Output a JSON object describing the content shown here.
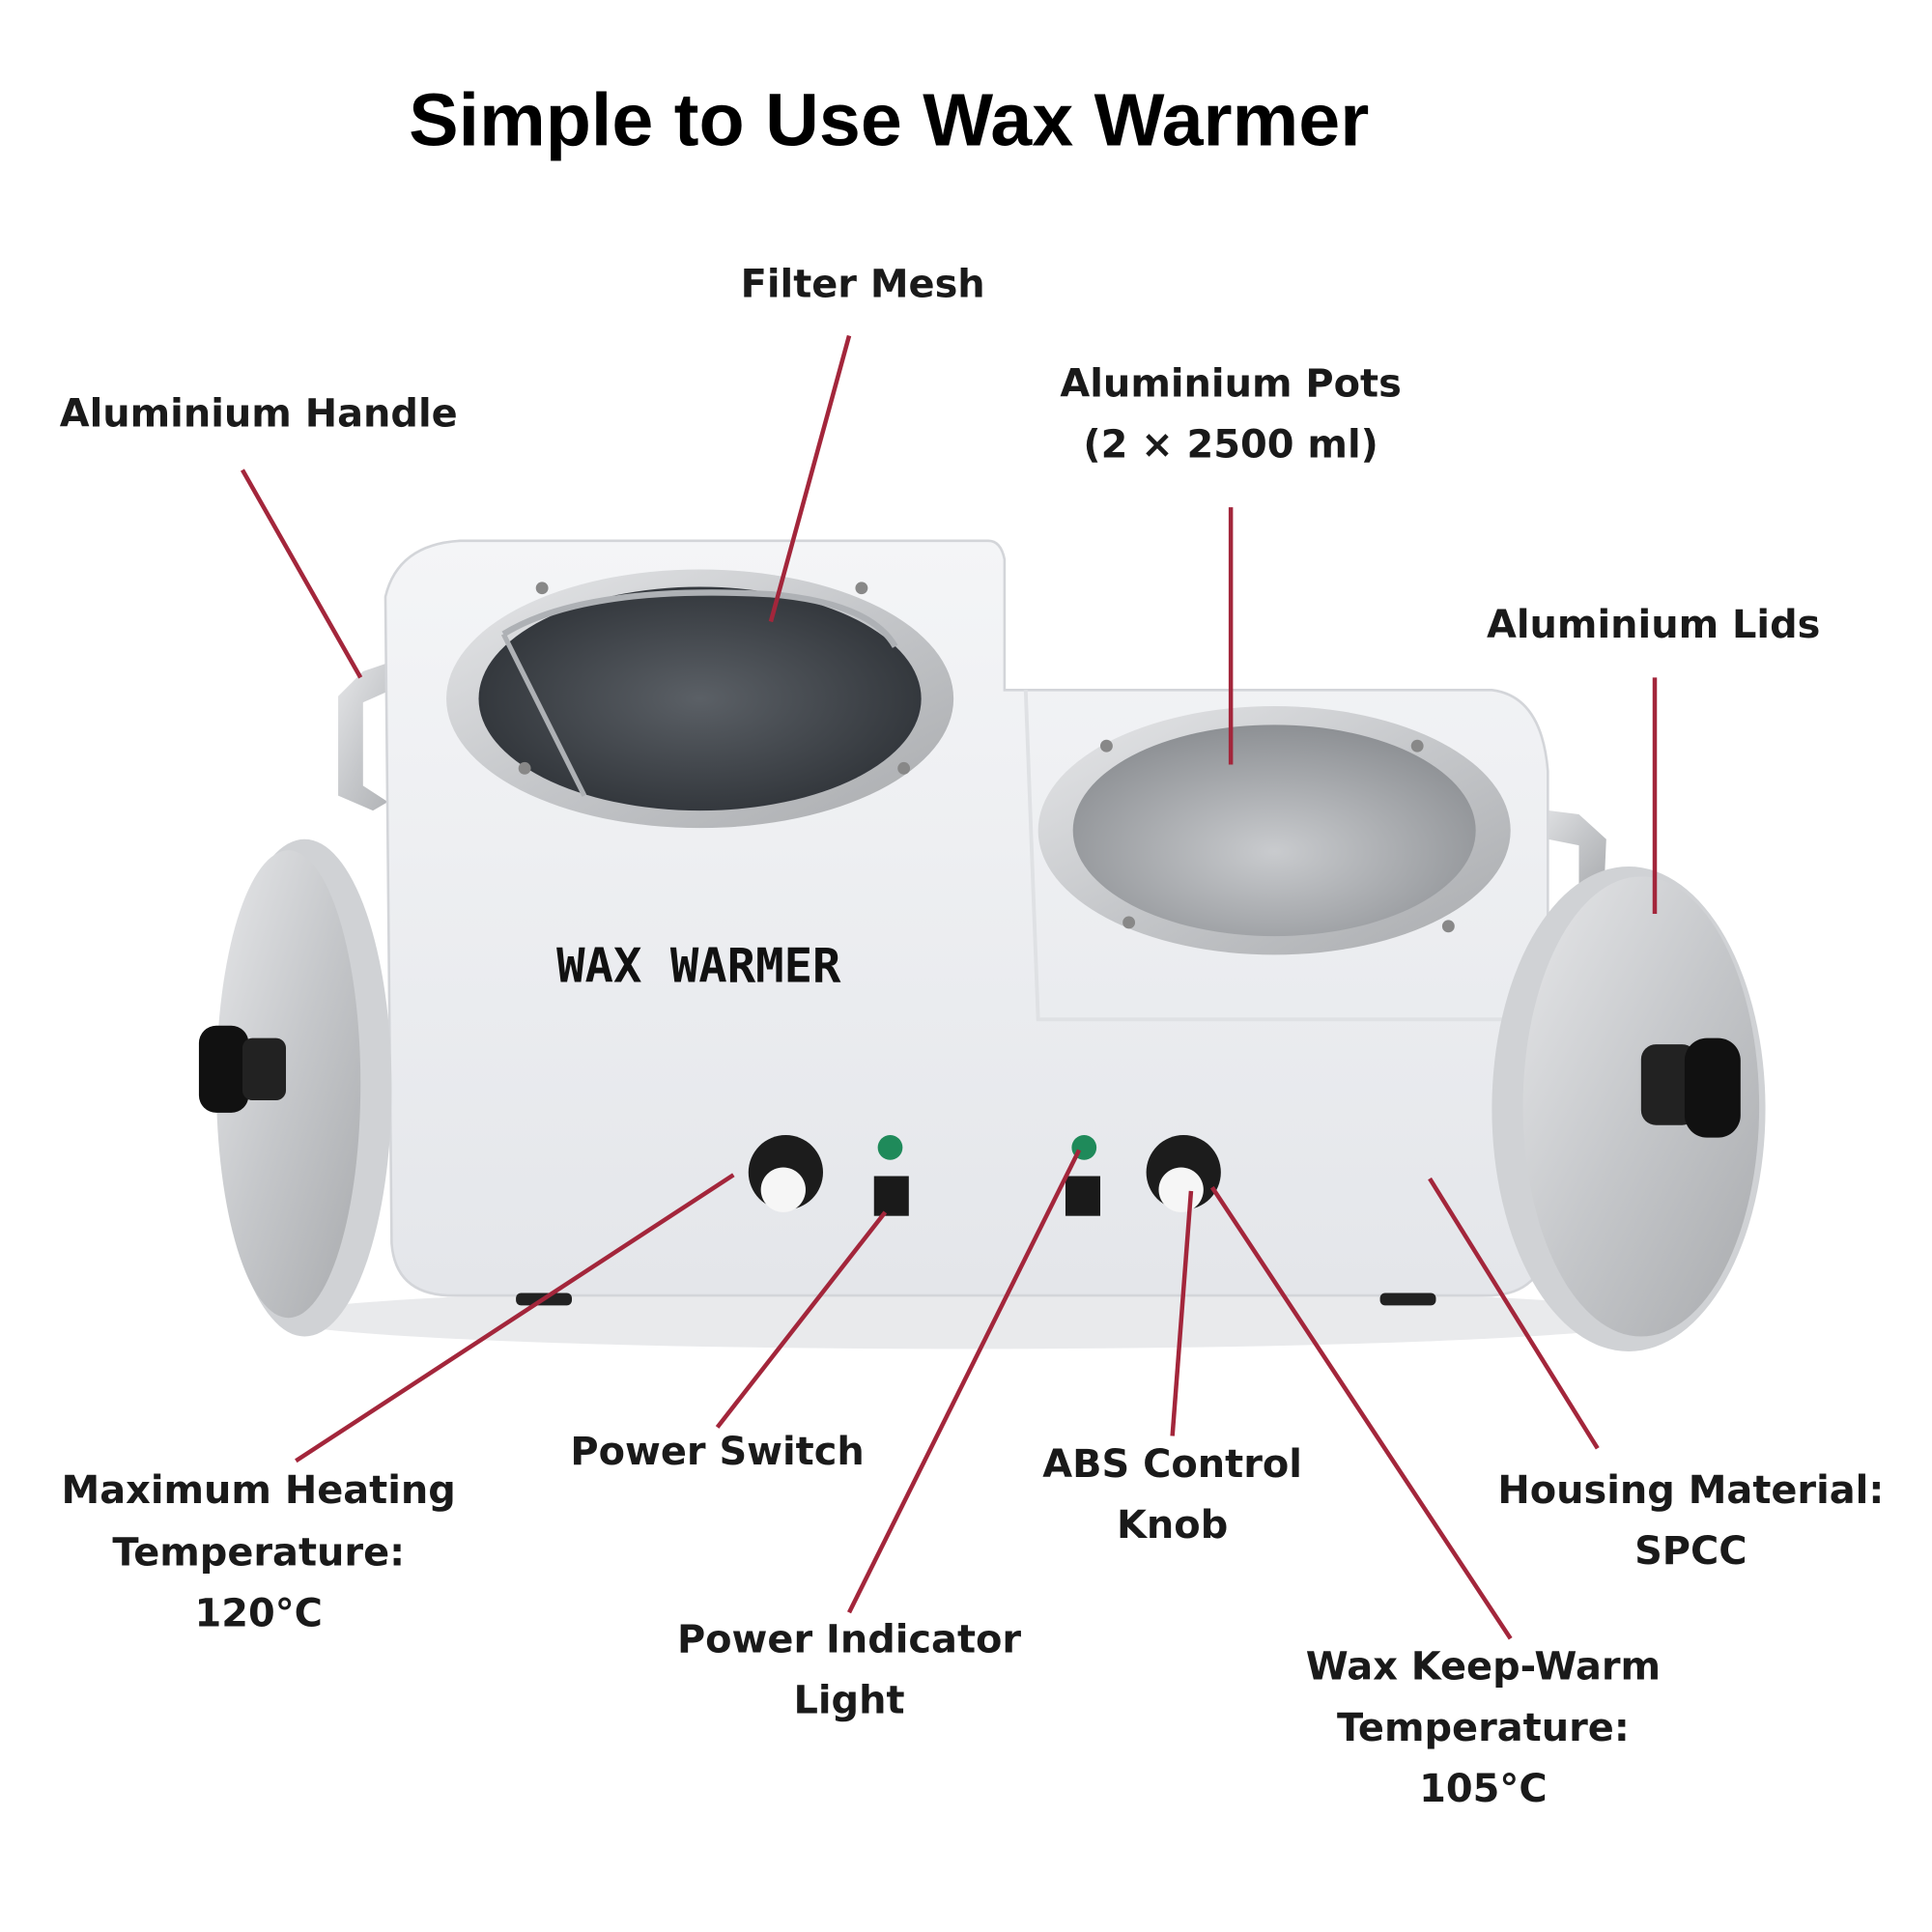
{
  "title": "Simple to Use Wax Warmer",
  "product_print": "WAX WARMER",
  "leader_color": "#a3263b",
  "labels": {
    "filter_mesh": "Filter Mesh",
    "handle": "Aluminium Handle",
    "pots": [
      "Aluminium Pots",
      "(2 × 2500 ml)"
    ],
    "lids": "Aluminium Lids",
    "max_temp": [
      "Maximum Heating",
      "Temperature:",
      "120°C"
    ],
    "power_switch": "Power Switch",
    "indicator": [
      "Power Indicator",
      "Light"
    ],
    "knob": [
      "ABS Control",
      "Knob"
    ],
    "keep_warm": [
      "Wax Keep-Warm",
      "Temperature:",
      "105°C"
    ],
    "housing": [
      "Housing Material:",
      "SPCC"
    ]
  }
}
